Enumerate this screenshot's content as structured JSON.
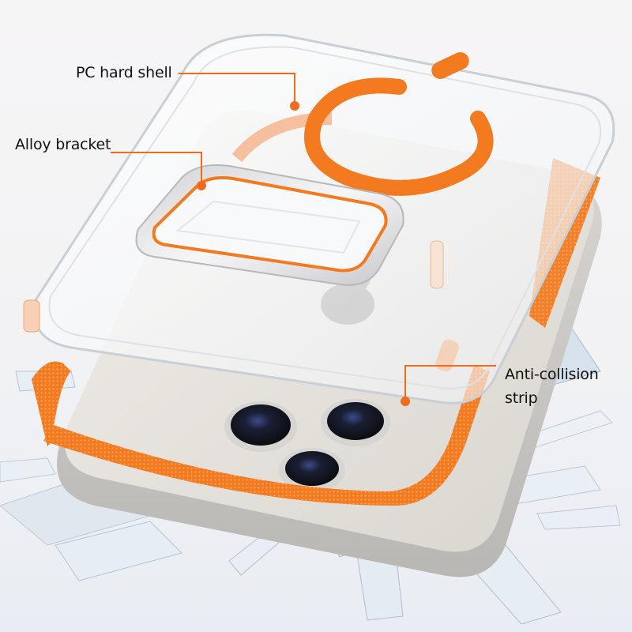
{
  "diagram": {
    "type": "product-exploded-view",
    "subject": "Transparent phone case with magnetic ring, camera bracket and anti-collision bumper",
    "colors": {
      "accent_orange": "#f47a20",
      "leader_line": "#f26a1b",
      "phone_body": "#e7e3de",
      "case_clear": "#f4f6f8",
      "lens_black": "#14161c",
      "glass_shards": "#c7d6e4",
      "label_text": "#111111"
    },
    "callouts": [
      {
        "id": "pc-hard-shell",
        "label": "PC hard shell"
      },
      {
        "id": "alloy-bracket",
        "label": "Alloy bracket"
      },
      {
        "id": "anti-collision-strip",
        "label_line1": "Anti-collision",
        "label_line2": "strip"
      }
    ],
    "components": [
      {
        "name": "Clear PC hard shell",
        "position": "top layer"
      },
      {
        "name": "Orange magnetic ring",
        "position": "on shell back"
      },
      {
        "name": "Alloy camera bracket",
        "position": "around camera cutout"
      },
      {
        "name": "Orange textured anti-collision strip",
        "position": "inner edge bumper"
      },
      {
        "name": "Phone with triple camera",
        "position": "bottom layer"
      },
      {
        "name": "Shattered glass",
        "position": "background floor"
      }
    ]
  }
}
